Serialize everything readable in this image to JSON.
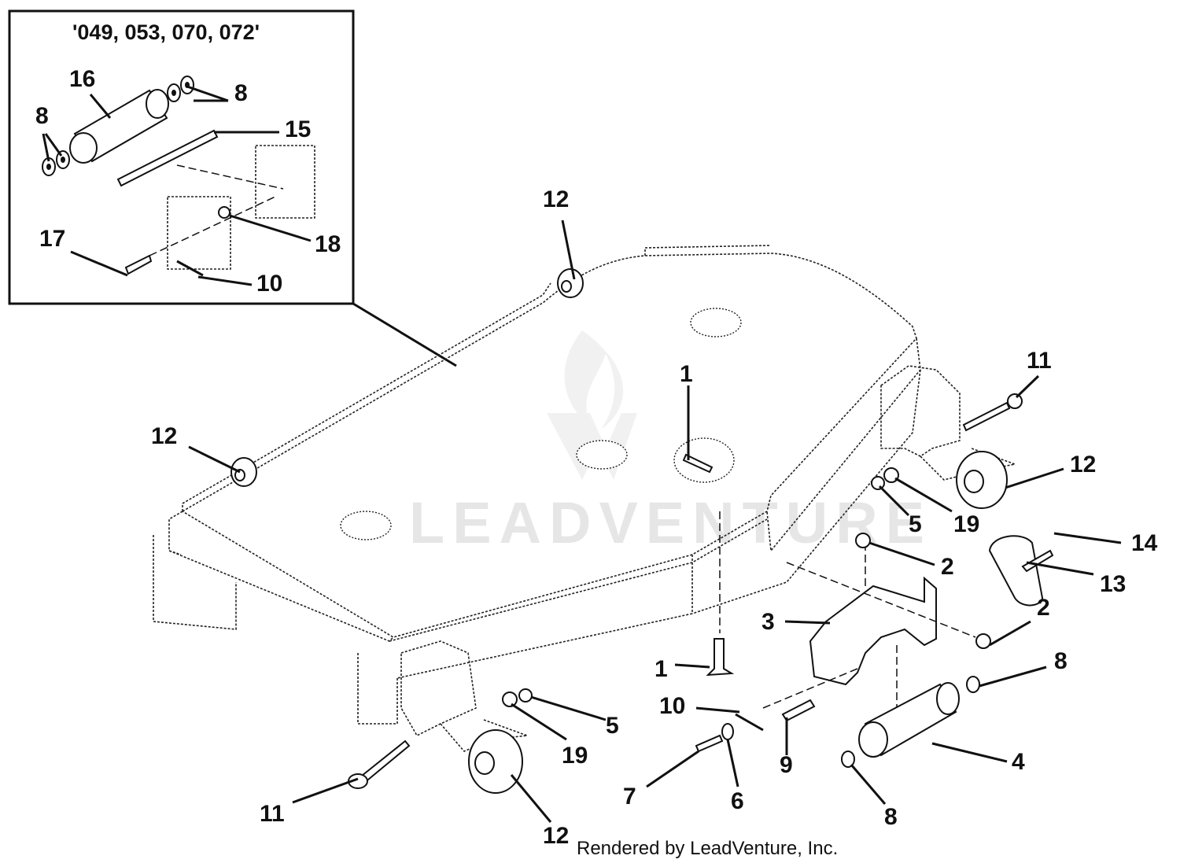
{
  "diagram": {
    "inset_title": "'049, 053, 070, 072'",
    "watermark": "LEADVENTURE",
    "footer": "Rendered by LeadVenture, Inc.",
    "callouts": [
      {
        "id": "c16",
        "label": "16"
      },
      {
        "id": "c8a",
        "label": "8"
      },
      {
        "id": "c8b",
        "label": "8"
      },
      {
        "id": "c15",
        "label": "15"
      },
      {
        "id": "c17",
        "label": "17"
      },
      {
        "id": "c18",
        "label": "18"
      },
      {
        "id": "c10a",
        "label": "10"
      },
      {
        "id": "c12a",
        "label": "12"
      },
      {
        "id": "c1a",
        "label": "1"
      },
      {
        "id": "c11a",
        "label": "11"
      },
      {
        "id": "c12b",
        "label": "12"
      },
      {
        "id": "c12c",
        "label": "12"
      },
      {
        "id": "c5a",
        "label": "5"
      },
      {
        "id": "c19a",
        "label": "19"
      },
      {
        "id": "c14",
        "label": "14"
      },
      {
        "id": "c2a",
        "label": "2"
      },
      {
        "id": "c13",
        "label": "13"
      },
      {
        "id": "c2b",
        "label": "2"
      },
      {
        "id": "c3",
        "label": "3"
      },
      {
        "id": "c8c",
        "label": "8"
      },
      {
        "id": "c1b",
        "label": "1"
      },
      {
        "id": "c10b",
        "label": "10"
      },
      {
        "id": "c5b",
        "label": "5"
      },
      {
        "id": "c19b",
        "label": "19"
      },
      {
        "id": "c9",
        "label": "9"
      },
      {
        "id": "c4",
        "label": "4"
      },
      {
        "id": "c7",
        "label": "7"
      },
      {
        "id": "c6",
        "label": "6"
      },
      {
        "id": "c8d",
        "label": "8"
      },
      {
        "id": "c11b",
        "label": "11"
      },
      {
        "id": "c12d",
        "label": "12"
      }
    ]
  }
}
